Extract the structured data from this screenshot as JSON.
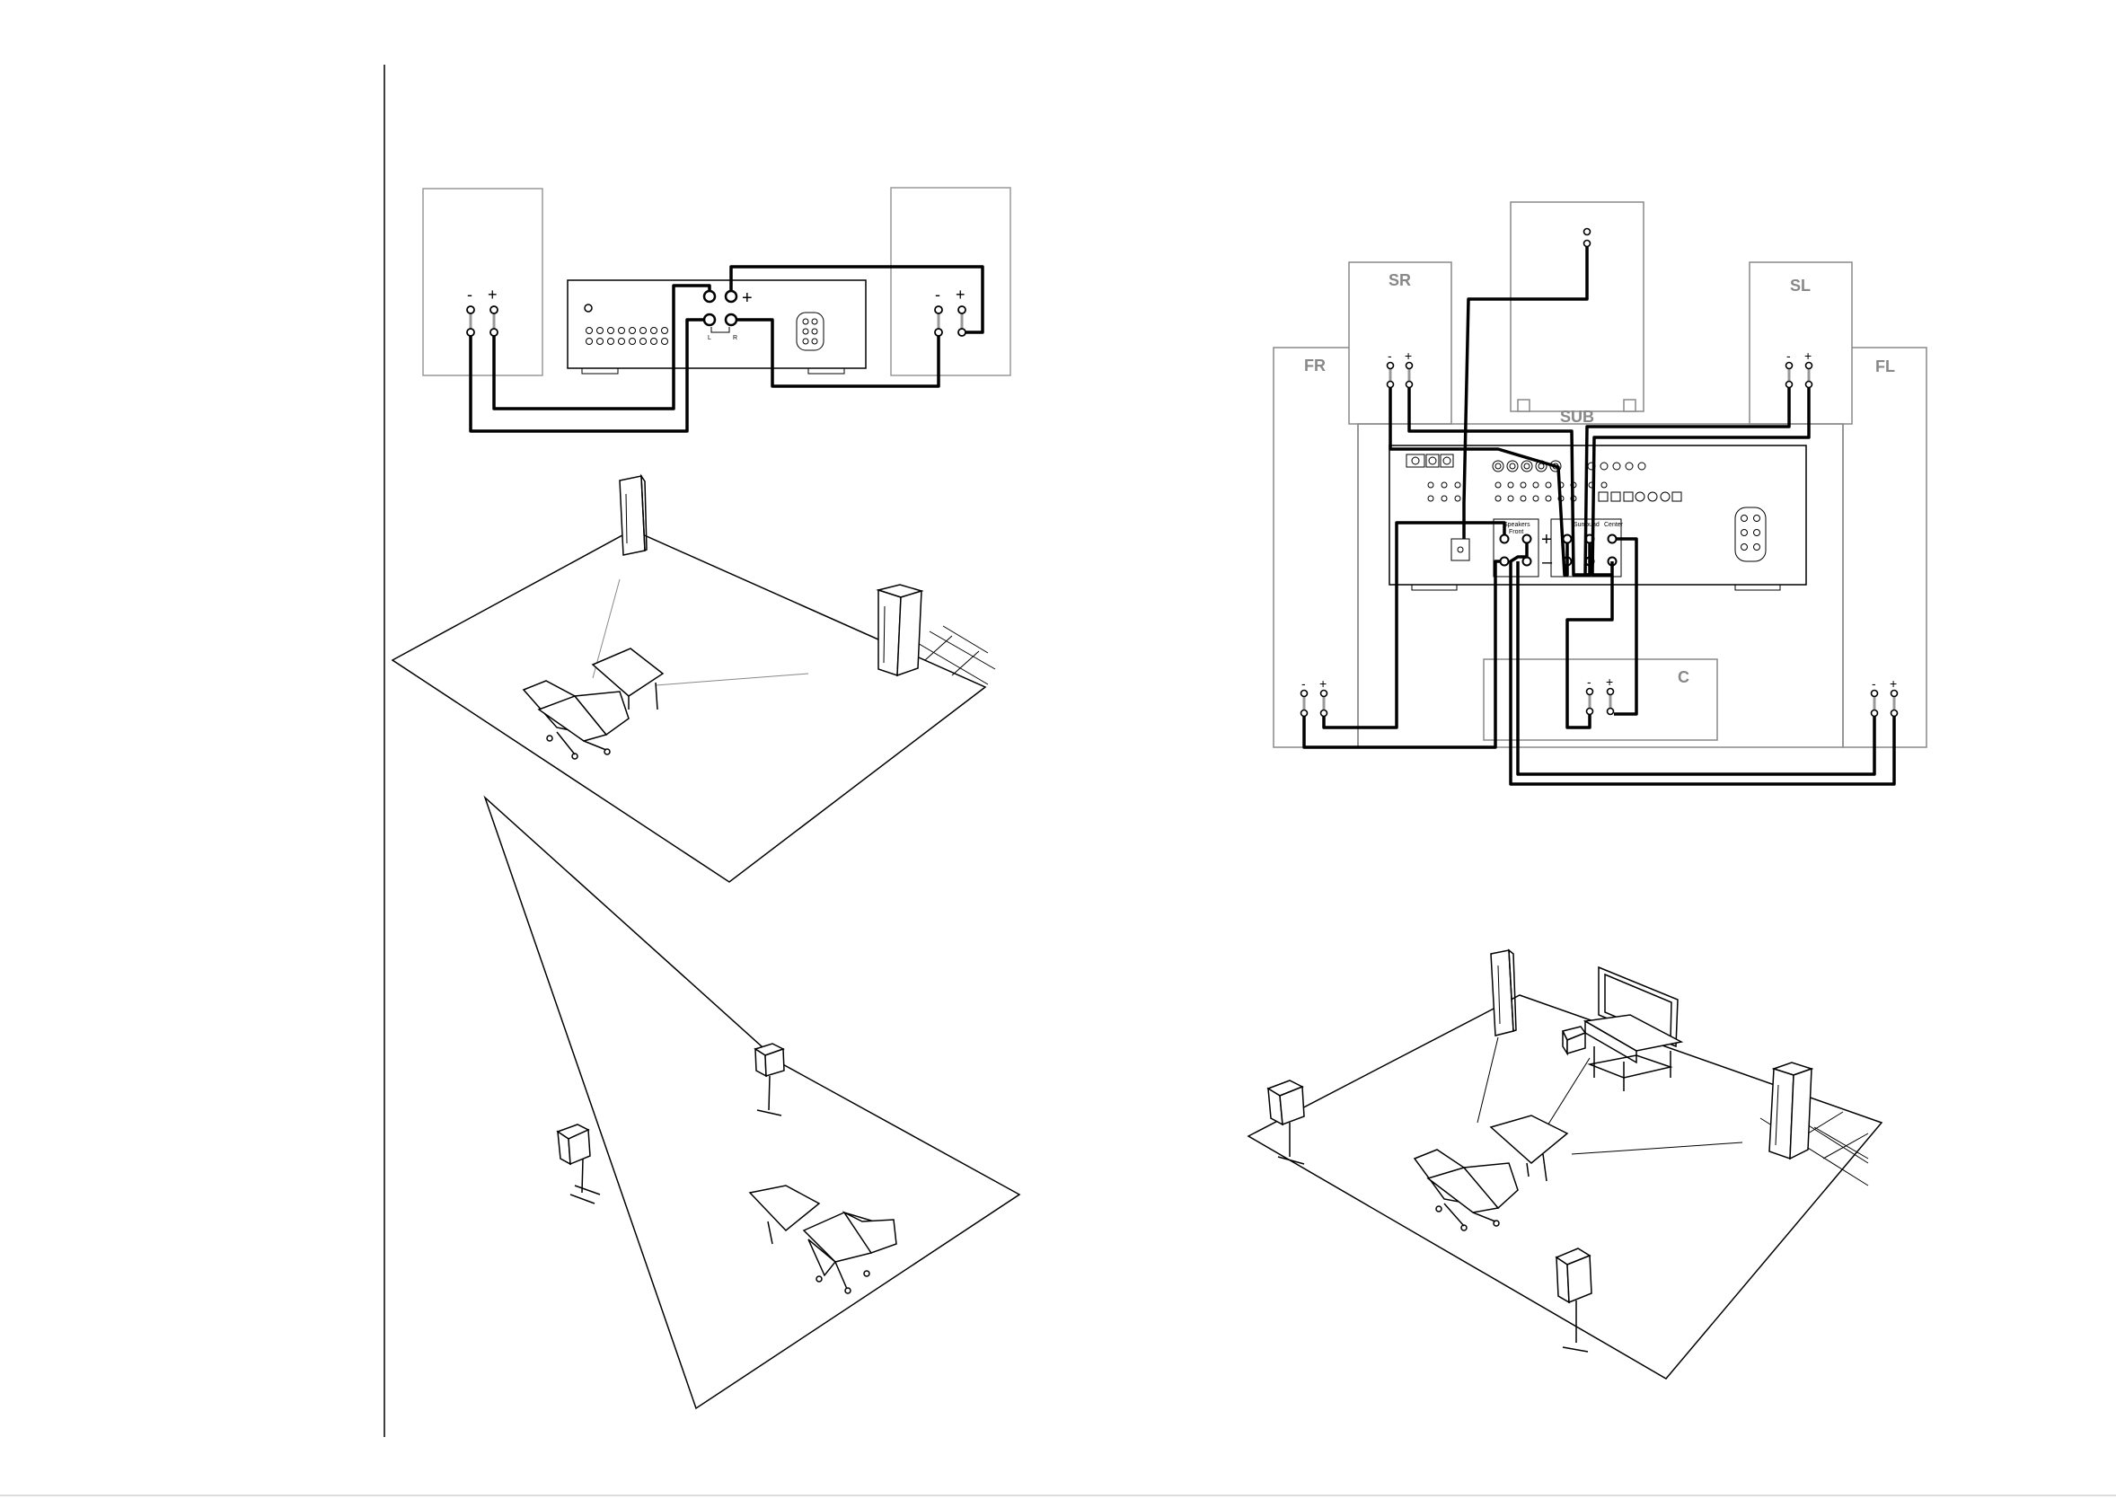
{
  "diagram": {
    "stereo_wiring": {
      "minus": "-",
      "plus": "+",
      "amp_plus": "+",
      "channel_left": "L",
      "channel_right": "R"
    },
    "surround_wiring": {
      "sr": "SR",
      "sl": "SL",
      "fr": "FR",
      "fl": "FL",
      "sub": "SUB",
      "center": "C",
      "minus": "-",
      "plus": "+",
      "amp_plus": "+",
      "amp_minus": "–",
      "spk_front": "Speakers",
      "spk_front_sub": "Front",
      "spk_surround": "Surround",
      "spk_center": "Center"
    }
  },
  "colors": {
    "wire": "#000000",
    "outline": "#888888",
    "label": "#888888"
  }
}
